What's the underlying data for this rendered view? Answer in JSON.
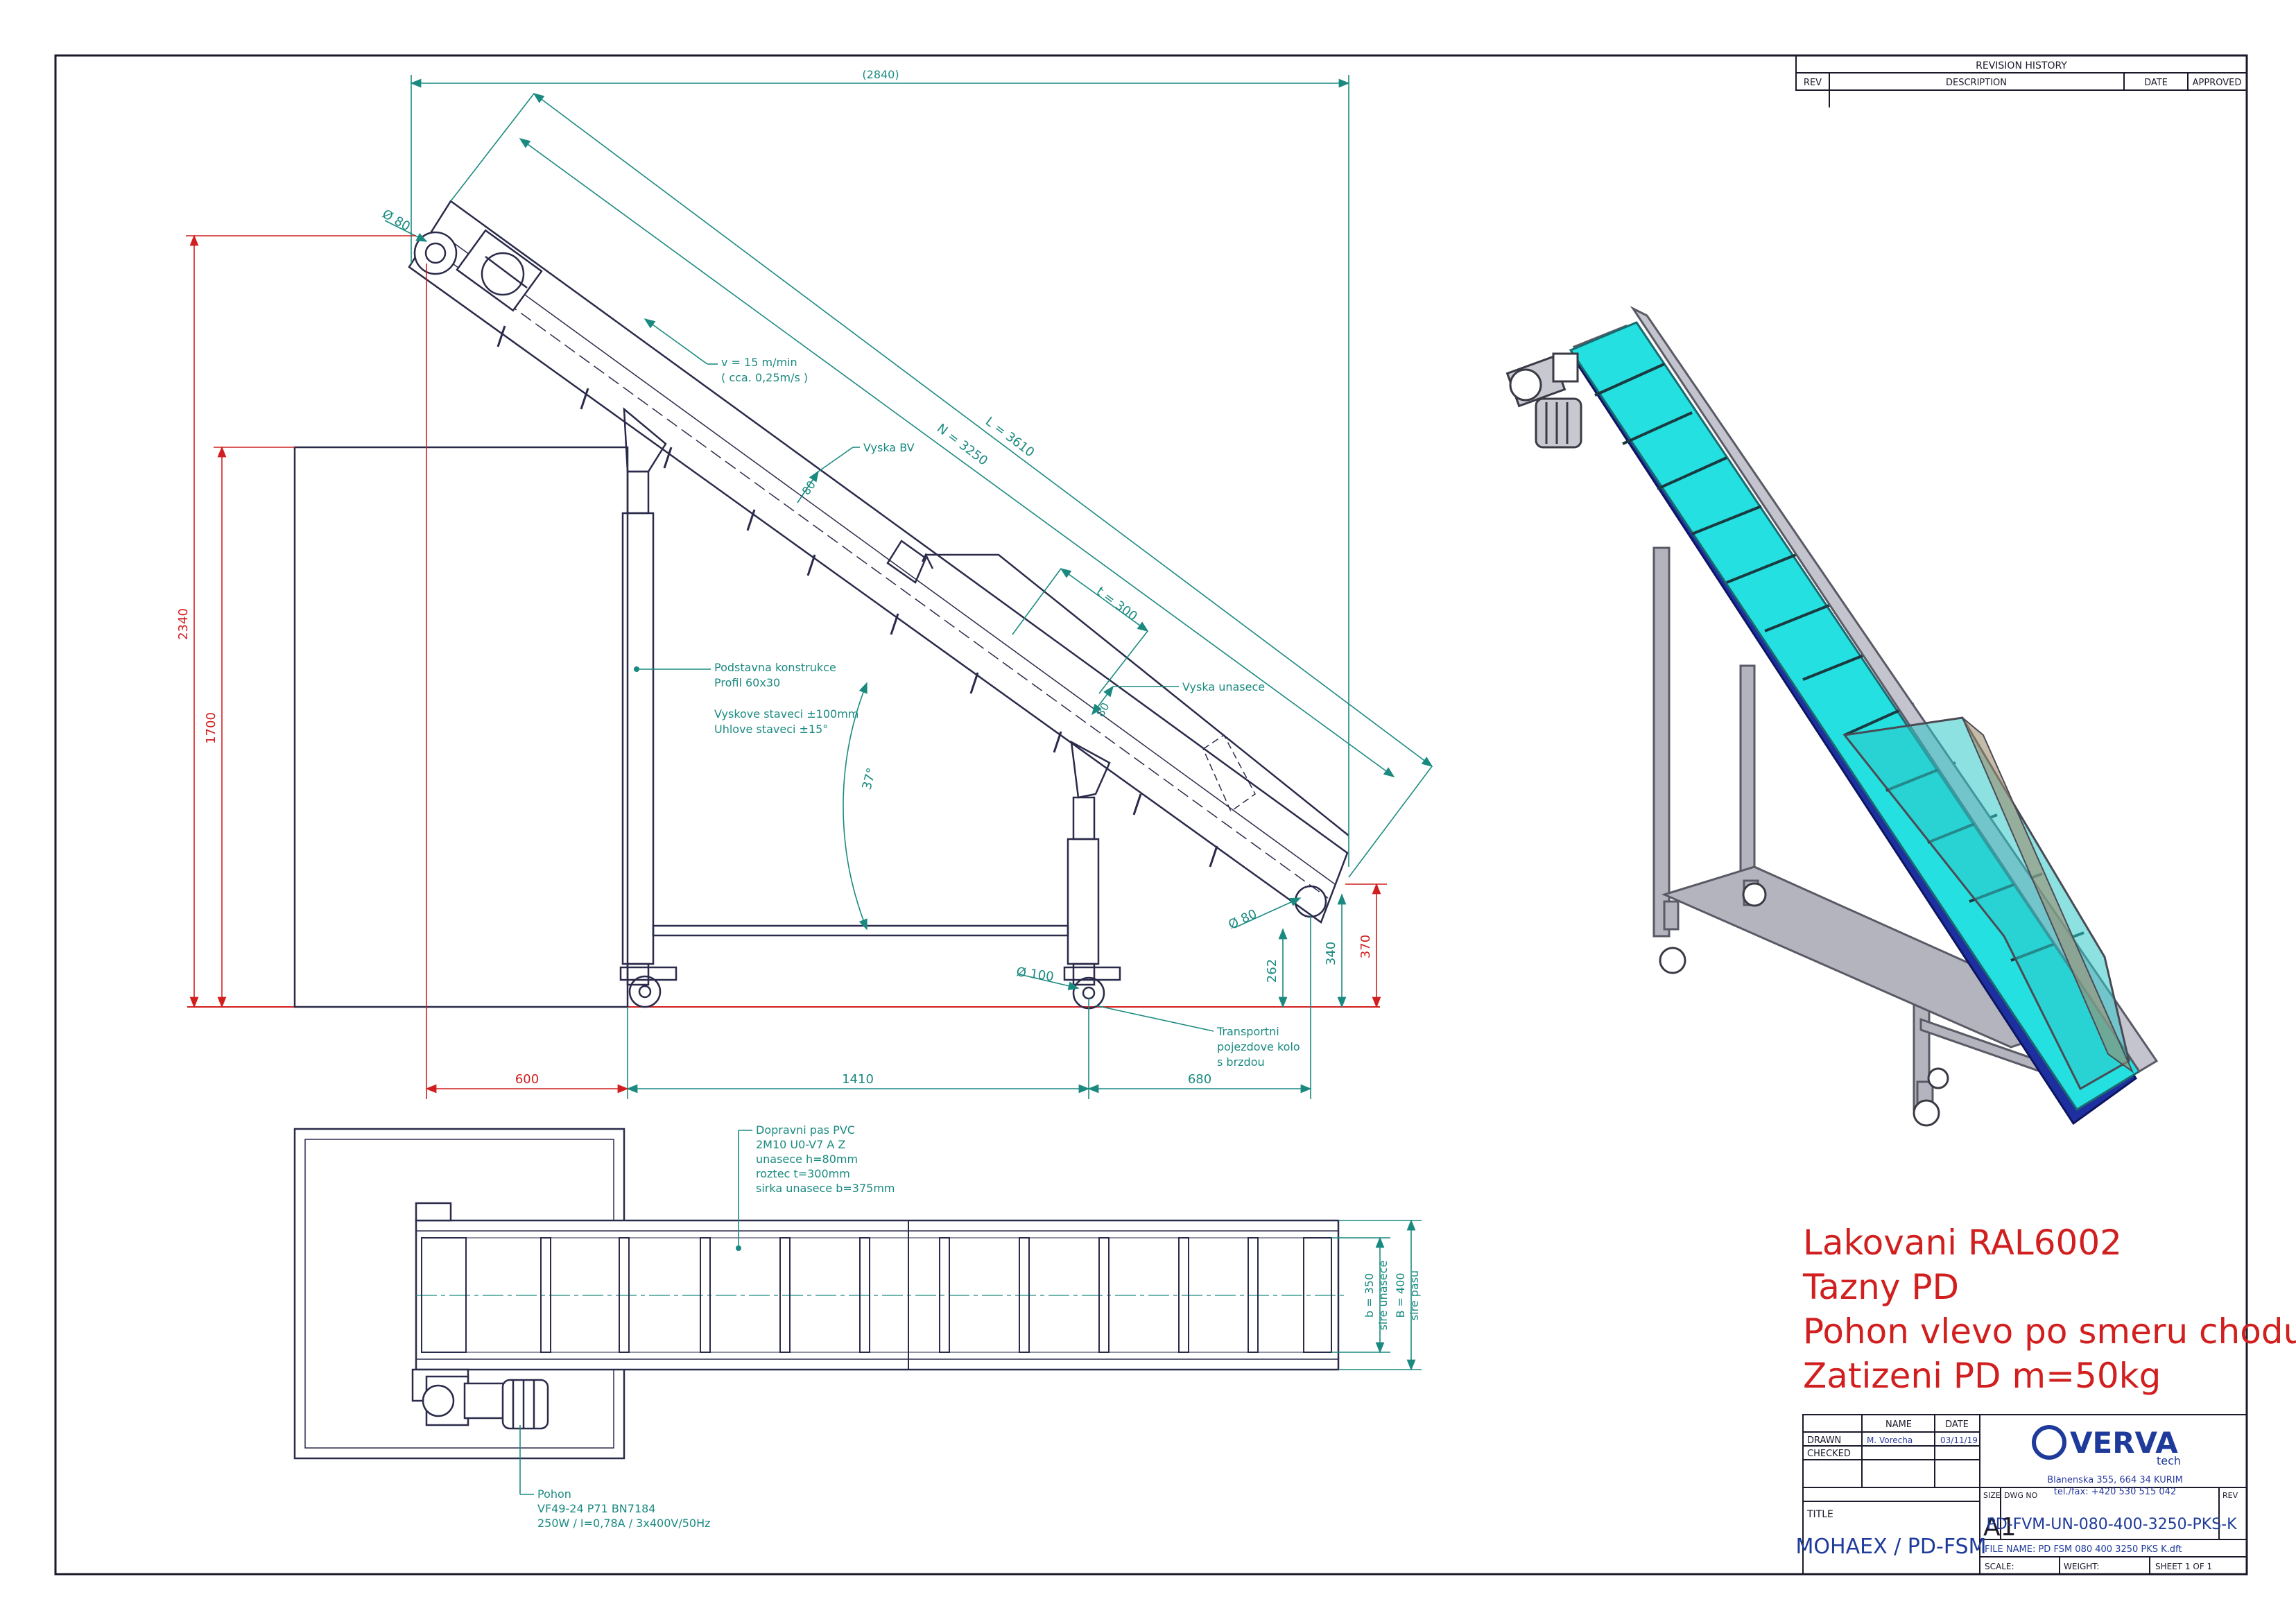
{
  "revision": {
    "title": "REVISION HISTORY",
    "cols": [
      "REV",
      "DESCRIPTION",
      "DATE",
      "APPROVED"
    ]
  },
  "dims": {
    "top_width": "(2840)",
    "diam_top": "Ø 80",
    "diam_bottom": "Ø 80",
    "diam_wheel": "Ø 100",
    "total_height": "2340",
    "table_height": "1700",
    "length_L": "L = 3610",
    "length_N": "N = 3250",
    "pitch_t": "t = 300",
    "cleat_h": "80",
    "bv_h": "80",
    "angle": "37°",
    "h_262": "262",
    "h_340": "340",
    "h_370": "370",
    "w_600": "600",
    "w_1410": "1410",
    "w_680": "680",
    "b_350": "b = 350",
    "b_350_label": "sire unasece",
    "b_400": "B = 400",
    "b_400_label": "sire pasu"
  },
  "notes": {
    "speed": [
      "v = 15 m/min",
      "( cca. 0,25m/s )"
    ],
    "vyska_bv": "Vyska BV",
    "vyska_unasece": "Vyska unasece",
    "podstavna": [
      "Podstavna konstrukce",
      "Profil 60x30",
      "",
      "Vyskove staveci ±100mm",
      "Uhlove staveci ±15°"
    ],
    "kolo": [
      "Transportni",
      "pojezdove kolo",
      "s brzdou"
    ],
    "pas": [
      "Dopravni pas PVC",
      "2M10 U0-V7 A Z",
      "unasece h=80mm",
      "roztec t=300mm",
      "sirka unasece b=375mm"
    ],
    "pohon": [
      "Pohon",
      "VF49-24 P71 BN7184",
      "250W / I=0,78A / 3x400V/50Hz"
    ]
  },
  "red_notes": [
    "Lakovani RAL6002",
    "Tazny PD",
    "Pohon vlevo po smeru chodu",
    "Zatizeni PD m=50kg"
  ],
  "title_block": {
    "col_name": "NAME",
    "col_date": "DATE",
    "drawn_label": "DRAWN",
    "drawn_name": "M. Vorecha",
    "drawn_date": "03/11/19",
    "checked_label": "CHECKED",
    "logo": "VERVA",
    "logo_sub": "tech",
    "address_1": "Blanenska 355, 664 34 KURIM",
    "address_2": "tel./fax: +420 530 515 042",
    "title_label": "TITLE",
    "title": "MOHAEX / PD-FSM",
    "size_label": "SIZE",
    "size": "A1",
    "dwg_label": "DWG NO",
    "dwg_no": "PD-FVM-UN-080-400-3250-PKS-K",
    "rev_label": "REV",
    "file_name": "FILE NAME: PD FSM 080 400 3250 PKS K.dft",
    "scale_label": "SCALE:",
    "weight_label": "WEIGHT:",
    "sheet": "SHEET 1 OF 1"
  },
  "colors": {
    "line": "#2a2a4a",
    "dim_green": "#1a8a80",
    "dim_red": "#d11f1f",
    "belt_cyan": "#25e0e0",
    "belt_blue": "#1e2fa0",
    "frame_grey": "#8c8c96"
  }
}
